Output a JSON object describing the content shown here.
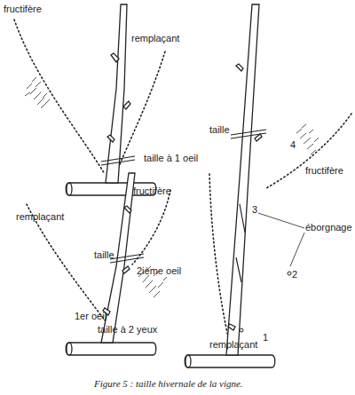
{
  "diagram": {
    "caption": "Figure 5 : taille hivernale de la vigne.",
    "labels": [
      "fructifère",
      "remplaçant",
      "taille à 1 oeil",
      "fructifère",
      "remplaçant",
      "taille",
      "2ième oeil",
      "1er oeil",
      "taille à 2 yeux",
      "taille",
      "4",
      "fructifère",
      "3",
      "éborgnage",
      "2",
      "remplaçant",
      "1"
    ]
  }
}
